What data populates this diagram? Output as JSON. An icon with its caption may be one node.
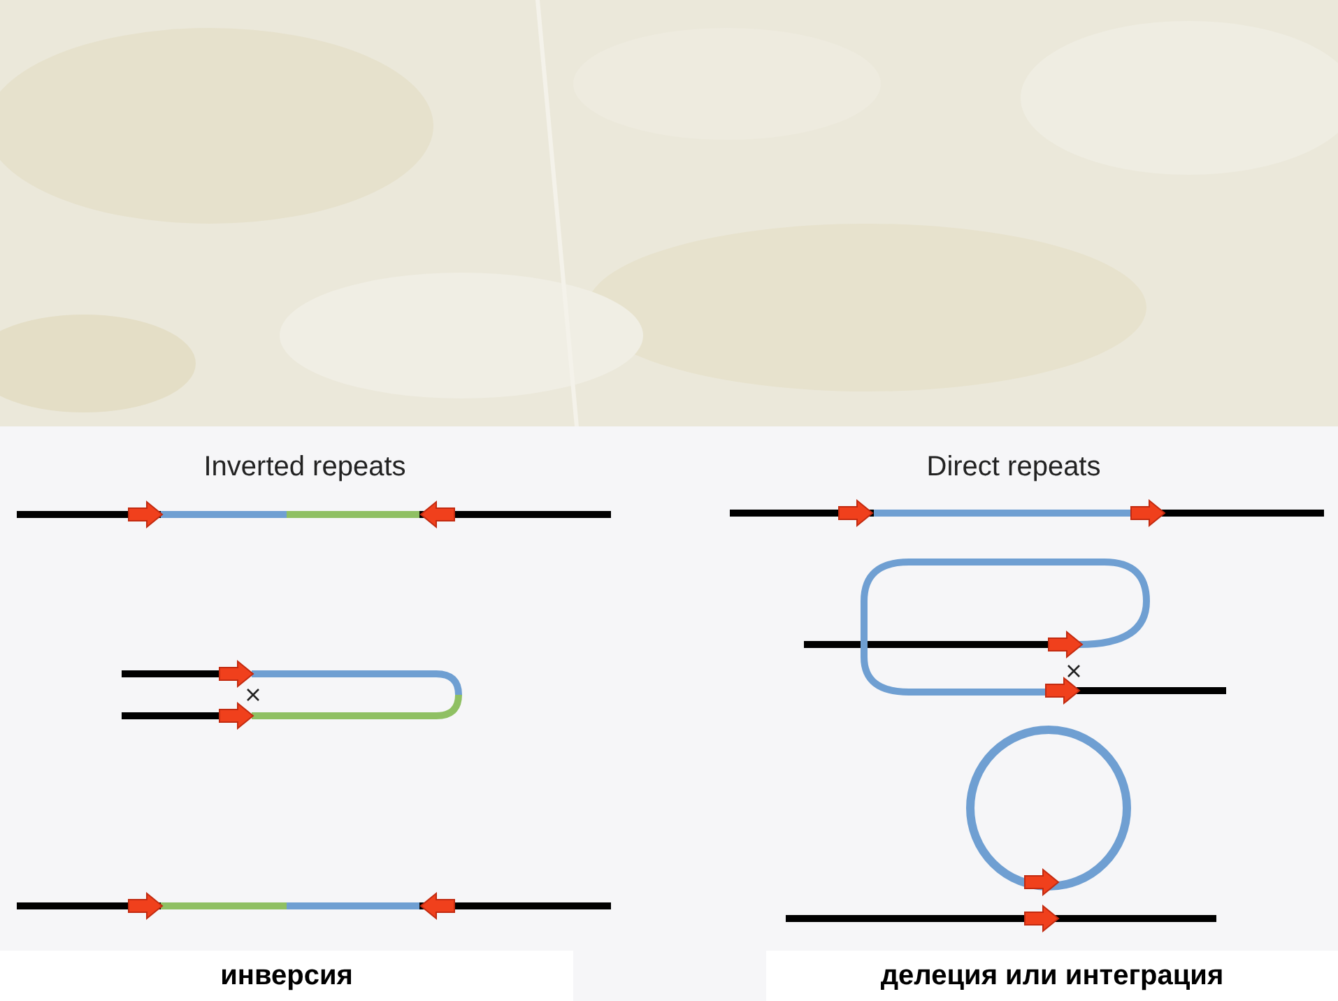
{
  "diagram": {
    "labels": [
      "Inverted repeats",
      "Direct repeats",
      "инверсия",
      "делеция или интеграция"
    ]
  }
}
